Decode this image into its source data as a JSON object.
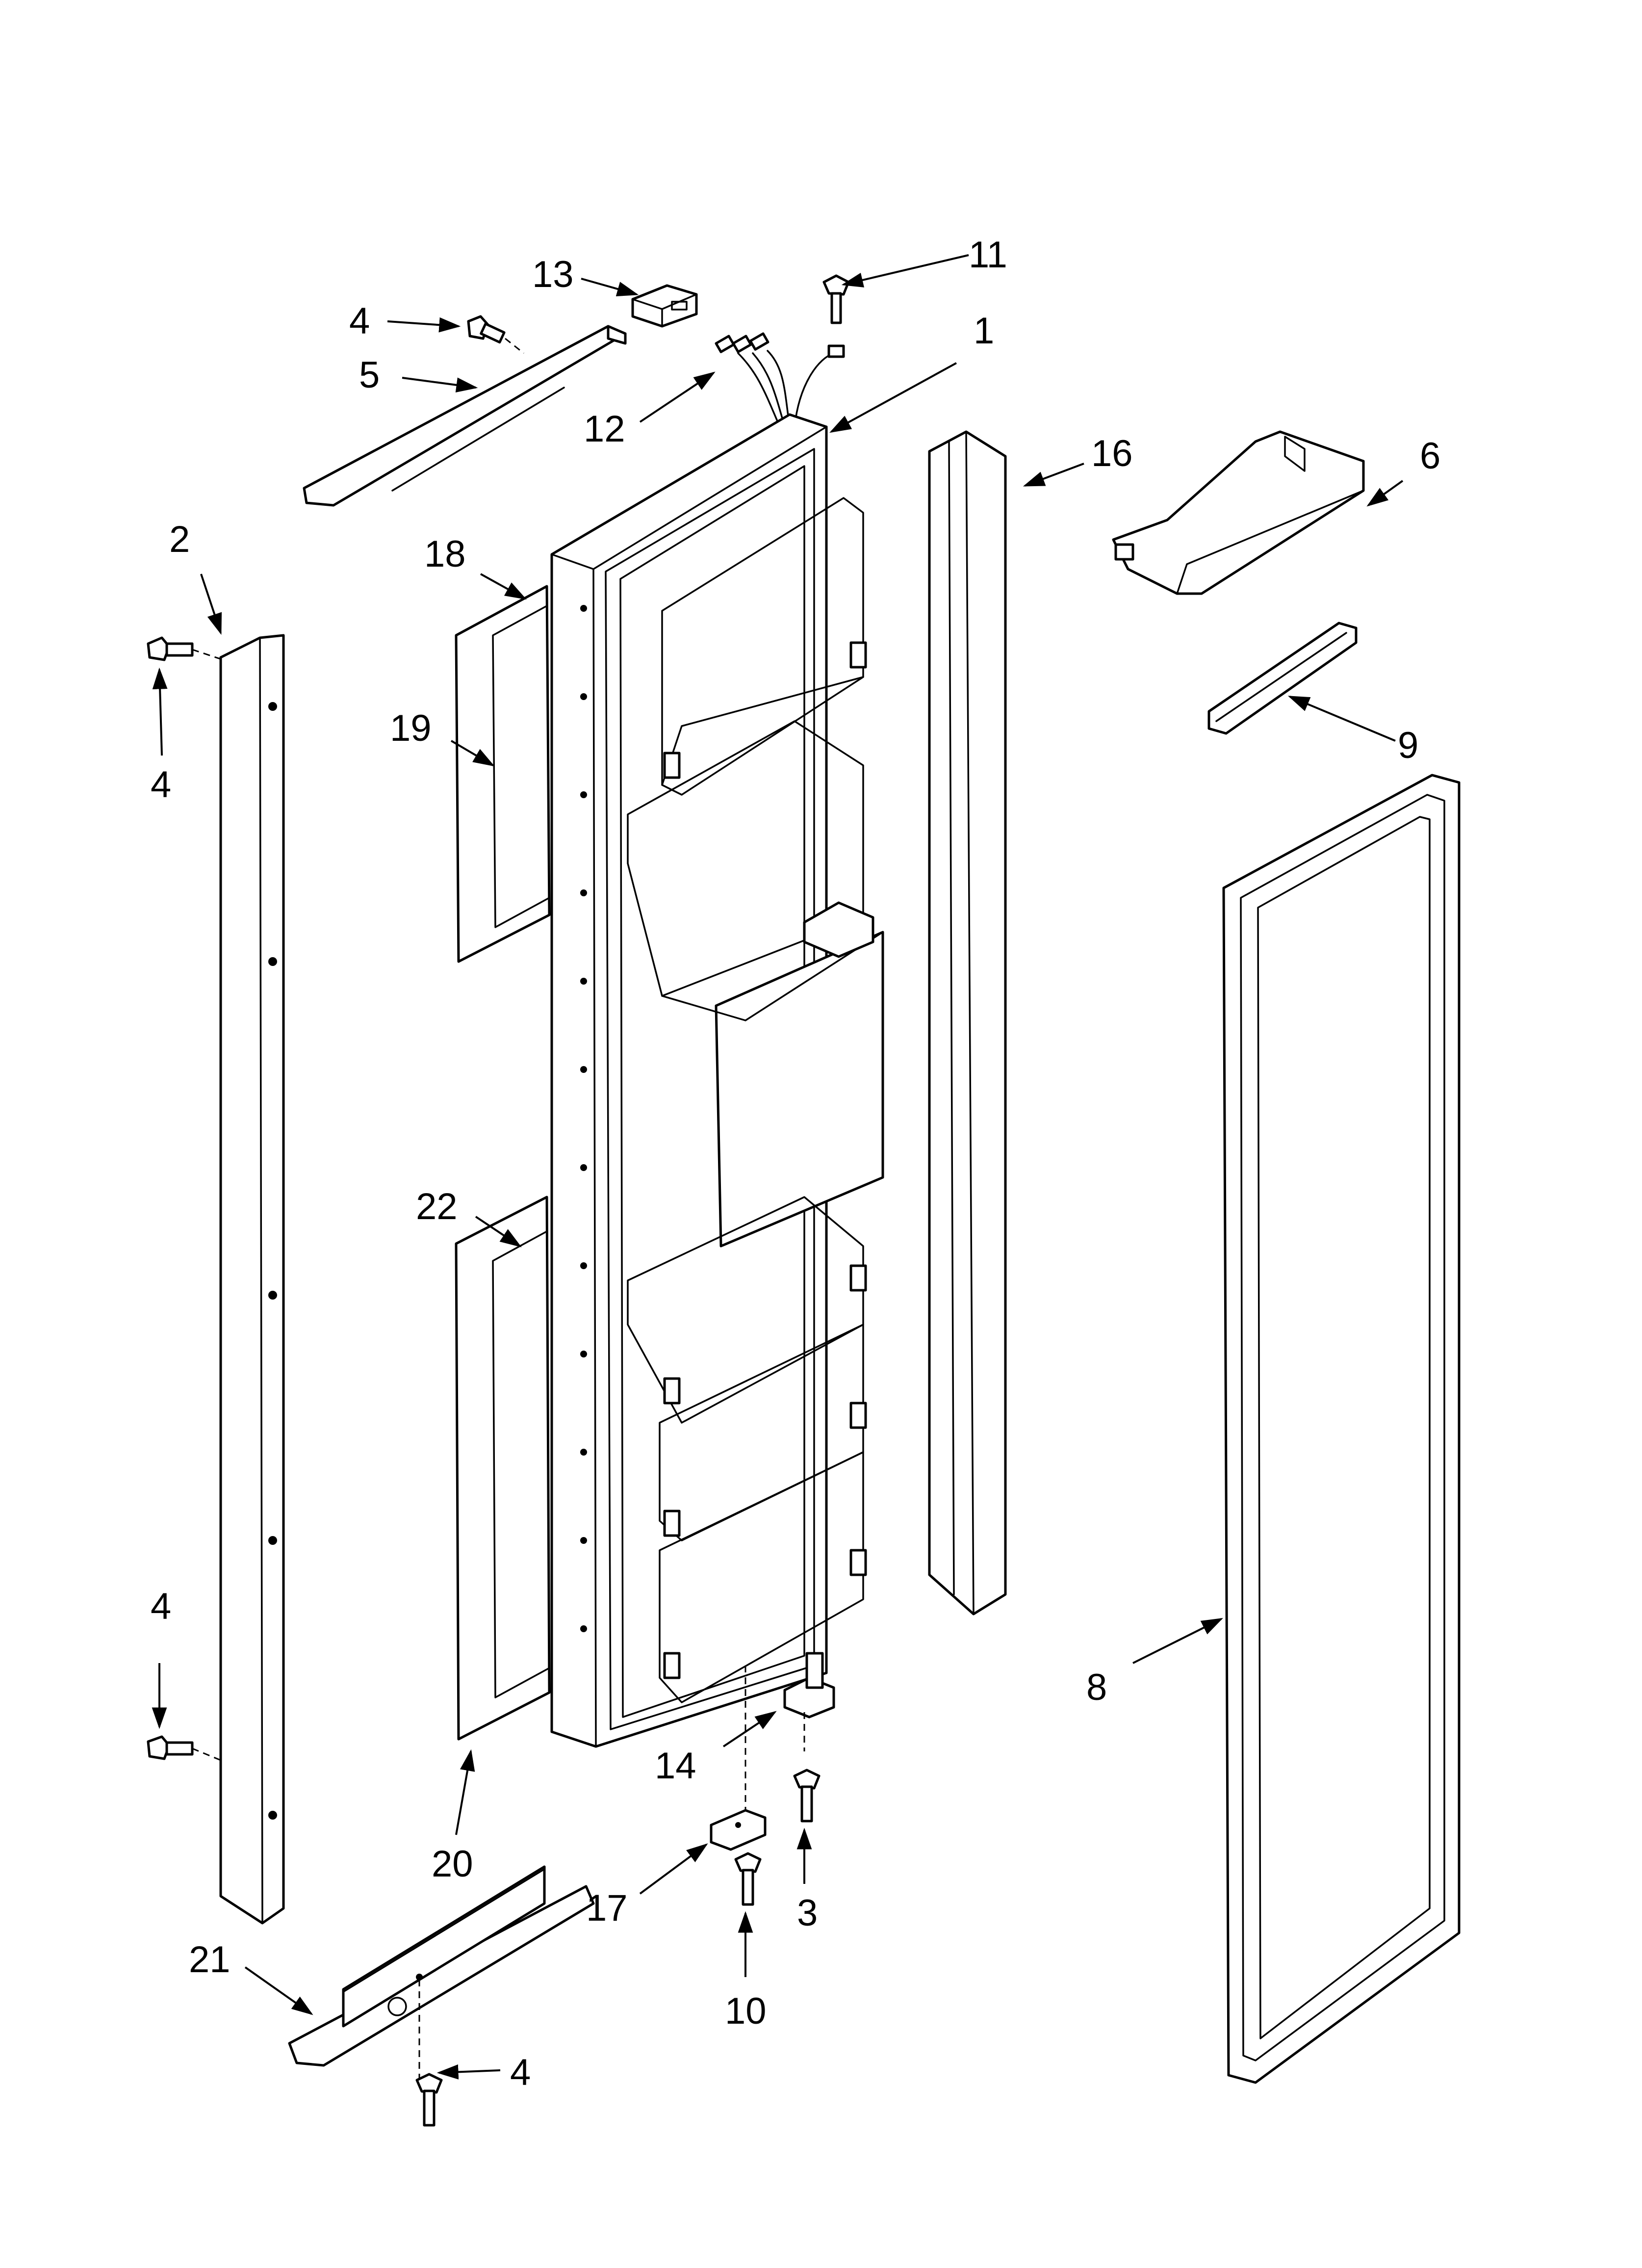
{
  "diagram": {
    "type": "exploded parts diagram",
    "callouts": [
      {
        "id": "c1",
        "label": "1"
      },
      {
        "id": "c2",
        "label": "2"
      },
      {
        "id": "c3",
        "label": "3"
      },
      {
        "id": "c4a",
        "label": "4"
      },
      {
        "id": "c4b",
        "label": "4"
      },
      {
        "id": "c4c",
        "label": "4"
      },
      {
        "id": "c4d",
        "label": "4"
      },
      {
        "id": "c5",
        "label": "5"
      },
      {
        "id": "c6",
        "label": "6"
      },
      {
        "id": "c8",
        "label": "8"
      },
      {
        "id": "c9",
        "label": "9"
      },
      {
        "id": "c10",
        "label": "10"
      },
      {
        "id": "c11",
        "label": "11"
      },
      {
        "id": "c12",
        "label": "12"
      },
      {
        "id": "c13",
        "label": "13"
      },
      {
        "id": "c14",
        "label": "14"
      },
      {
        "id": "c16",
        "label": "16"
      },
      {
        "id": "c17",
        "label": "17"
      },
      {
        "id": "c18",
        "label": "18"
      },
      {
        "id": "c19",
        "label": "19"
      },
      {
        "id": "c20",
        "label": "20"
      },
      {
        "id": "c21",
        "label": "21"
      },
      {
        "id": "c22",
        "label": "22"
      }
    ]
  }
}
